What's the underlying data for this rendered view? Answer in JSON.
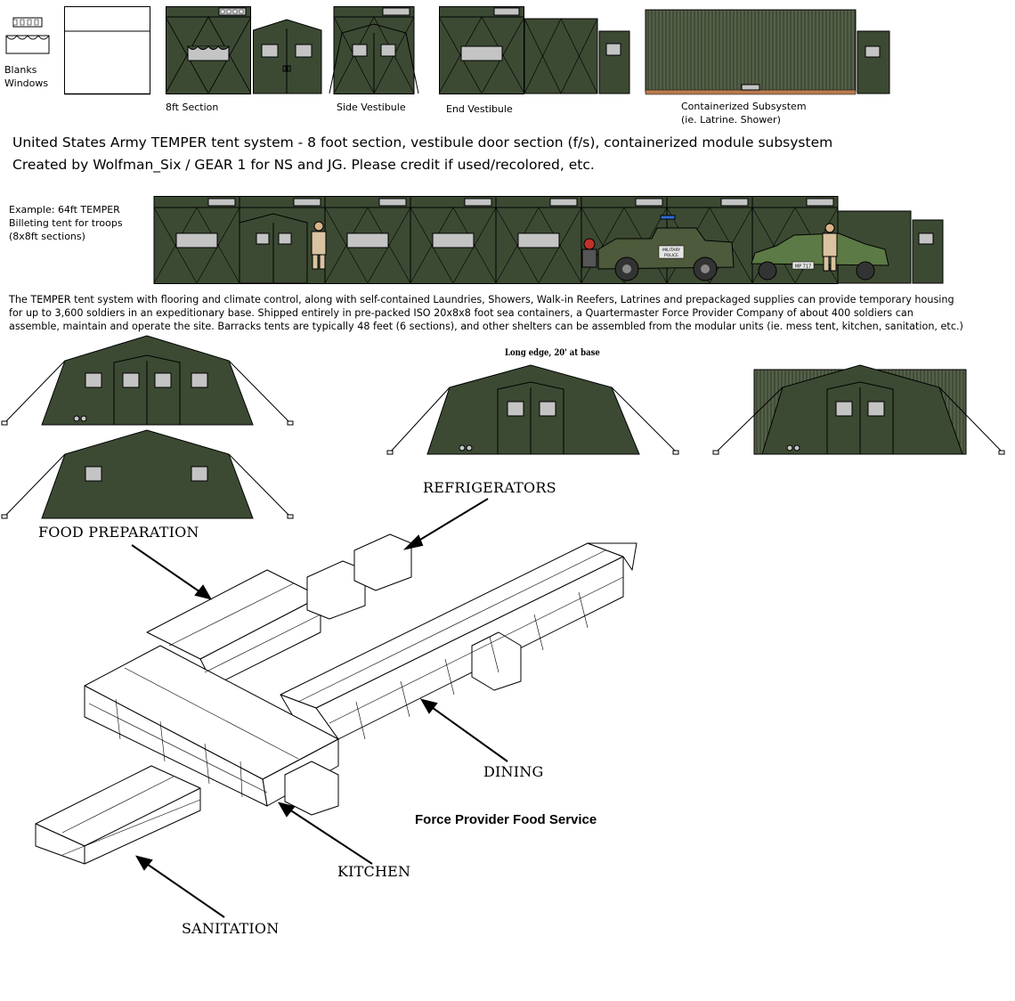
{
  "colors": {
    "tent": "#3c4a33",
    "tent_dark": "#2e3a27",
    "window": "#c4c4c4",
    "outline": "#000000",
    "container": "#556049",
    "container_base": "#b87a4e"
  },
  "top_labels": {
    "blanks_windows_1": "Blanks",
    "blanks_windows_2": "Windows",
    "section_8ft": "8ft Section",
    "side_vestibule": "Side Vestibule",
    "end_vestibule": "End Vestibule",
    "containerized_1": "Containerized Subsystem",
    "containerized_2": "(ie. Latrine. Shower)"
  },
  "title": {
    "line1": "United States Army TEMPER tent system - 8 foot section, vestibule door section (f/s), containerized module subsystem",
    "line2": "Created by Wolfman_Six / GEAR 1 for NS and JG. Please credit if used/recolored, etc."
  },
  "example": {
    "line1_prefix": "Example: ",
    "line1_value": "64ft TEMPER",
    "line2": "Billeting tent for troops",
    "line3": "(8x8ft sections)"
  },
  "vehicle_labels": {
    "jeep_door": "MILITARY POLICE",
    "car_plate": "MP 717"
  },
  "description": [
    "The TEMPER tent system with flooring and climate control, along with self-contained Laundries, Showers, Walk-in Reefers, Latrines and prepackaged supplies can provide temporary housing",
    "for up to 3,600 soldiers in an expeditionary base. Shipped entirely in pre-packed ISO 20x8x8 foot sea containers, a Quartermaster Force Provider Company of about 400 soldiers can",
    "assemble, maintain and operate the site. Barracks tents are typically 48 feet (6 sections), and other shelters can be assembled from the modular units (ie. mess tent, kitchen, sanitation, etc.)"
  ],
  "end_view_note": "Long edge, 20' at base",
  "diagram": {
    "refrigerators": "REFRIGERATORS",
    "food_preparation": "FOOD PREPARATION",
    "dining": "DINING",
    "kitchen": "KITCHEN",
    "sanitation": "SANITATION",
    "caption": "Force Provider Food Service"
  }
}
